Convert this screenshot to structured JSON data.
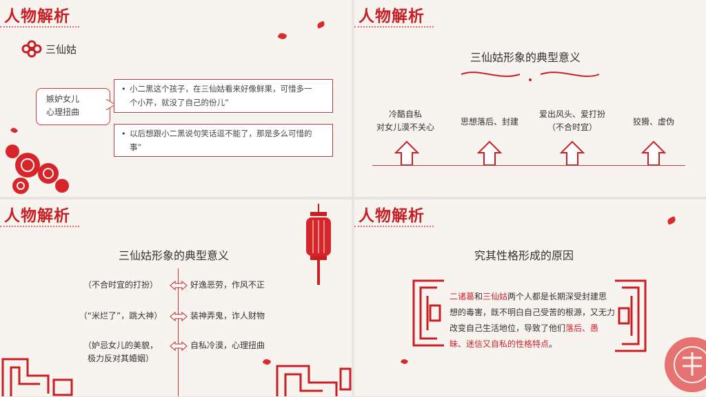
{
  "slides": [
    {
      "title": "人物解析",
      "character": "三仙姑",
      "bubble_lines": [
        "嫉妒女儿",
        "心理扭曲"
      ],
      "quotes": [
        {
          "lines": [
            "小二黑这个孩子，在三仙姑看来好像鲜果，可惜多一",
            "个小芹，就没了自己的份儿”"
          ]
        },
        {
          "lines": [
            "以后想跟小二黑说句笑话逗不能了，那是多么可惜的",
            "事”"
          ]
        }
      ]
    },
    {
      "title": "人物解析",
      "heading": "三仙姑形象的典型意义",
      "traits": [
        {
          "lines": [
            "冷酷自私",
            "对女儿漠不关心"
          ]
        },
        {
          "lines": [
            "思想落后、封建"
          ]
        },
        {
          "lines": [
            "爱出风头、爱打扮",
            "（不合时宜）"
          ]
        },
        {
          "lines": [
            "狡猾、虚伪"
          ]
        }
      ]
    },
    {
      "title": "人物解析",
      "heading": "三仙姑形象的典型意义",
      "rows": [
        {
          "left": [
            "（不合时宜的打扮）"
          ],
          "right": "好逸恶劳，作风不正"
        },
        {
          "left": [
            "（“米烂了”，跳大神）"
          ],
          "right": "装神弄鬼，诈人财物"
        },
        {
          "left": [
            "（妒忌女儿的美貌，",
            "极力反对其婚姻）"
          ],
          "right": "自私冷漠，心理扭曲"
        }
      ]
    },
    {
      "title": "人物解析",
      "heading": "究其性格形成的原因",
      "cause": {
        "name1": "二诸葛",
        "and": "和",
        "name2": "三仙姑",
        "text1": "两个人都是长期深受封建思想的毒害，既不明白自己受苦的根源，又无力改变自己生活地位，导致了他们",
        "highlight": "落后、愚昧、迷信又自私的性格特点",
        "end": "。"
      }
    }
  ],
  "colors": {
    "accent": "#c81f24",
    "background": "#f7f3ef"
  }
}
